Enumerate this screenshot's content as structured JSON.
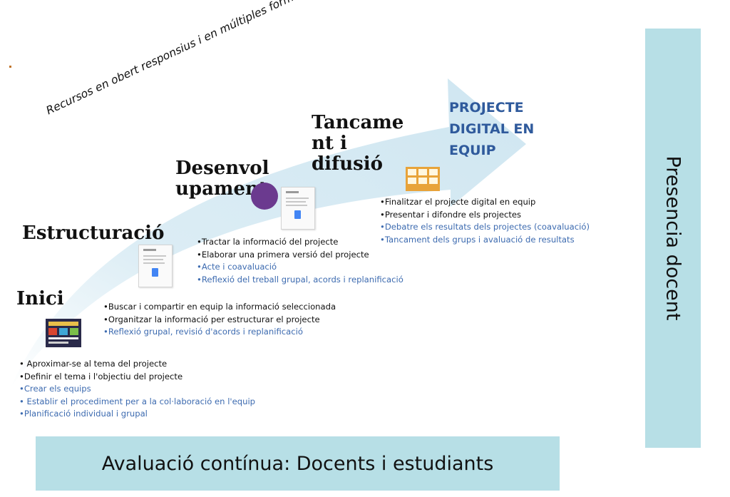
{
  "diagonal_label": "Recursos en obert responsius i en múltiples formats",
  "goal": {
    "line1": "PROJECTE",
    "line2": "DIGITAL EN",
    "line3": "EQUIP"
  },
  "stages": {
    "inici": {
      "title": "Inici",
      "items": [
        "• Aproximar-se al tema del projecte",
        "•Definir el tema i l'objectiu del projecte",
        "•Crear els equips",
        "• Establir el procediment per a la col·laboració en l'equip",
        "•Planificació individual i grupal"
      ]
    },
    "estructuracio": {
      "title": "Estructuració",
      "items": [
        "•Buscar i compartir en equip la informació seleccionada",
        "•Organitzar la informació per estructurar el projecte",
        "•Reflexió grupal, revisió d'acords i replanificació"
      ]
    },
    "desenvolupament": {
      "line1": "Desenvol",
      "line2": "upament",
      "items": [
        "•Tractar la informació del projecte",
        "•Elaborar una primera versió del projecte",
        "•Acte i coavaluació",
        "•Reflexió del treball grupal, acords i replanificació"
      ]
    },
    "tancament": {
      "line1": "Tancame",
      "line2": "nt i",
      "line3": "difusió",
      "items": [
        "•Finalitzar el projecte digital en equip",
        "•Presentar i difondre els projectes",
        "•Debatre els resultats dels projectes (coavaluació)",
        "•Tancament dels grups i avaluació de resultats"
      ]
    }
  },
  "side_panel": "Presencia docent",
  "bottom_banner": "Avaluació contínua: Docents i estudiants",
  "colors": {
    "arrow_fill": "#dcedf5",
    "panel_fill": "#b7dfe6",
    "goal_text": "#2f5a9c",
    "blue_item_text": "#3d6bb0",
    "dot": "#6b3a8f"
  }
}
